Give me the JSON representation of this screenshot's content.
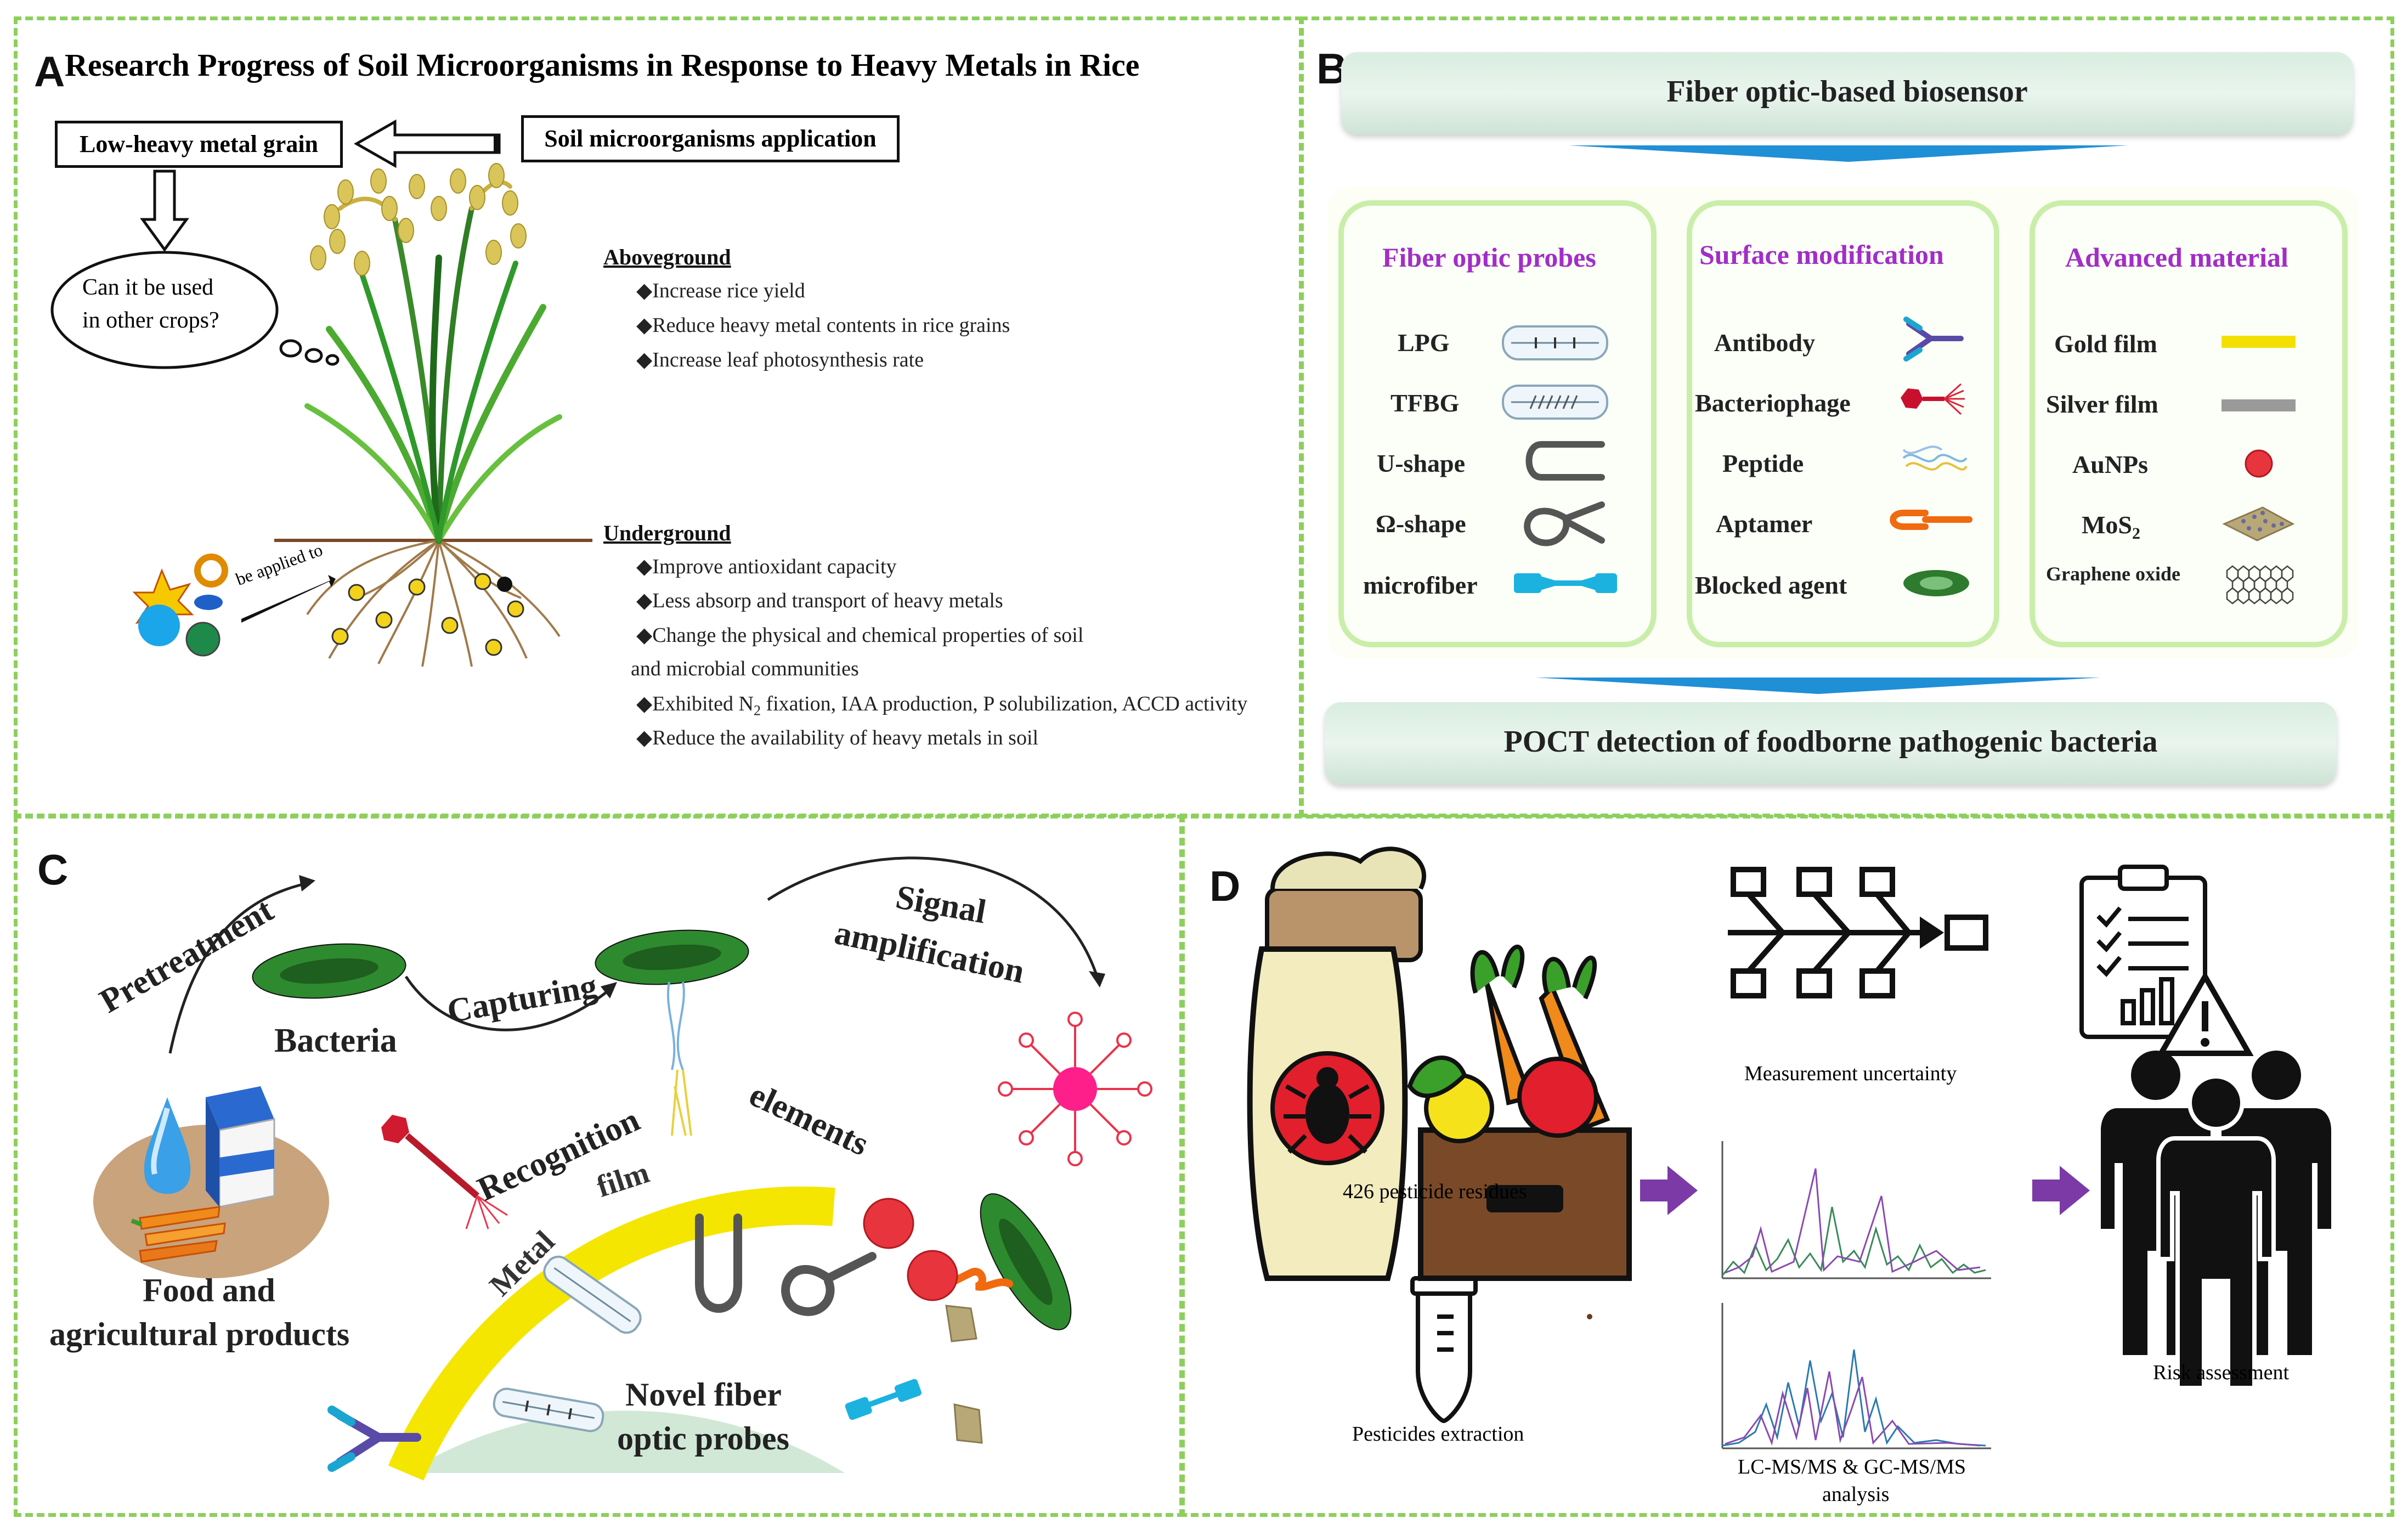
{
  "panel_a": {
    "letter": "A",
    "title": "Research Progress of Soil Microorganisms in Response to Heavy Metals in Rice",
    "low_metal_box": "Low-heavy metal grain",
    "soil_app_box": "Soil microorganisms application",
    "thought_line1": "Can it be used",
    "thought_line2": "in other crops?",
    "applied_label": "be applied to",
    "aboveground_head": "Aboveground",
    "aboveground_items": [
      "Increase rice yield",
      "Reduce heavy metal contents in rice grains",
      "Increase leaf photosynthesis rate"
    ],
    "underground_head": "Underground",
    "underground_items": [
      "Improve antioxidant capacity",
      "Less absorp and transport of heavy metals",
      "Change the physical and chemical properties of soil",
      "and microbial communities",
      "Exhibited N",
      "2",
      " fixation, IAA production, P solubilization, ACCD activity",
      "Reduce the availability of heavy metals in soil"
    ]
  },
  "panel_b": {
    "letter": "B",
    "top_banner": "Fiber optic-based biosensor",
    "bottom_banner": "POCT detection of  foodborne pathogenic bacteria",
    "card1_title": "Fiber optic probes",
    "card1_items": [
      "LPG",
      "TFBG",
      "U-shape",
      "Ω-shape",
      "microfiber"
    ],
    "card2_title": "Surface modification",
    "card2_items": [
      "Antibody",
      "Bacteriophage",
      "Peptide",
      "Aptamer",
      "Blocked agent"
    ],
    "card3_title": "Advanced material",
    "card3_items": [
      "Gold film",
      "Silver film",
      "AuNPs",
      "MoS",
      "2",
      "Graphene oxide"
    ],
    "colors": {
      "title": "#a22ec6",
      "card_border": "#c9eea9",
      "arrow": "#1f8fd6",
      "gold": "#f4e000",
      "silver": "#9a9a9a",
      "aunp": "#e8343c"
    }
  },
  "panel_c": {
    "letter": "C",
    "pretreatment": "Pretreatment",
    "bacteria": "Bacteria",
    "capturing": "Capturing",
    "signal": "Signal",
    "amplification": "amplification",
    "recognition": "Recognition",
    "elements": "elements",
    "metal": "Metal",
    "film": "film",
    "food_line1": "Food and",
    "food_line2": "agricultural products",
    "novel_line1": "Novel fiber",
    "novel_line2": "optic probes"
  },
  "panel_d": {
    "letter": "D",
    "residues": "426 pesticide residues",
    "uncertainty": "Measurement uncertainty",
    "extraction": "Pesticides extraction",
    "analysis_line1": "LC-MS/MS  & GC-MS/MS",
    "analysis_line2": "analysis",
    "risk": "Risk assessment",
    "colors": {
      "arrow": "#7b3aa6"
    }
  },
  "frame_color": "#8dcf5c"
}
